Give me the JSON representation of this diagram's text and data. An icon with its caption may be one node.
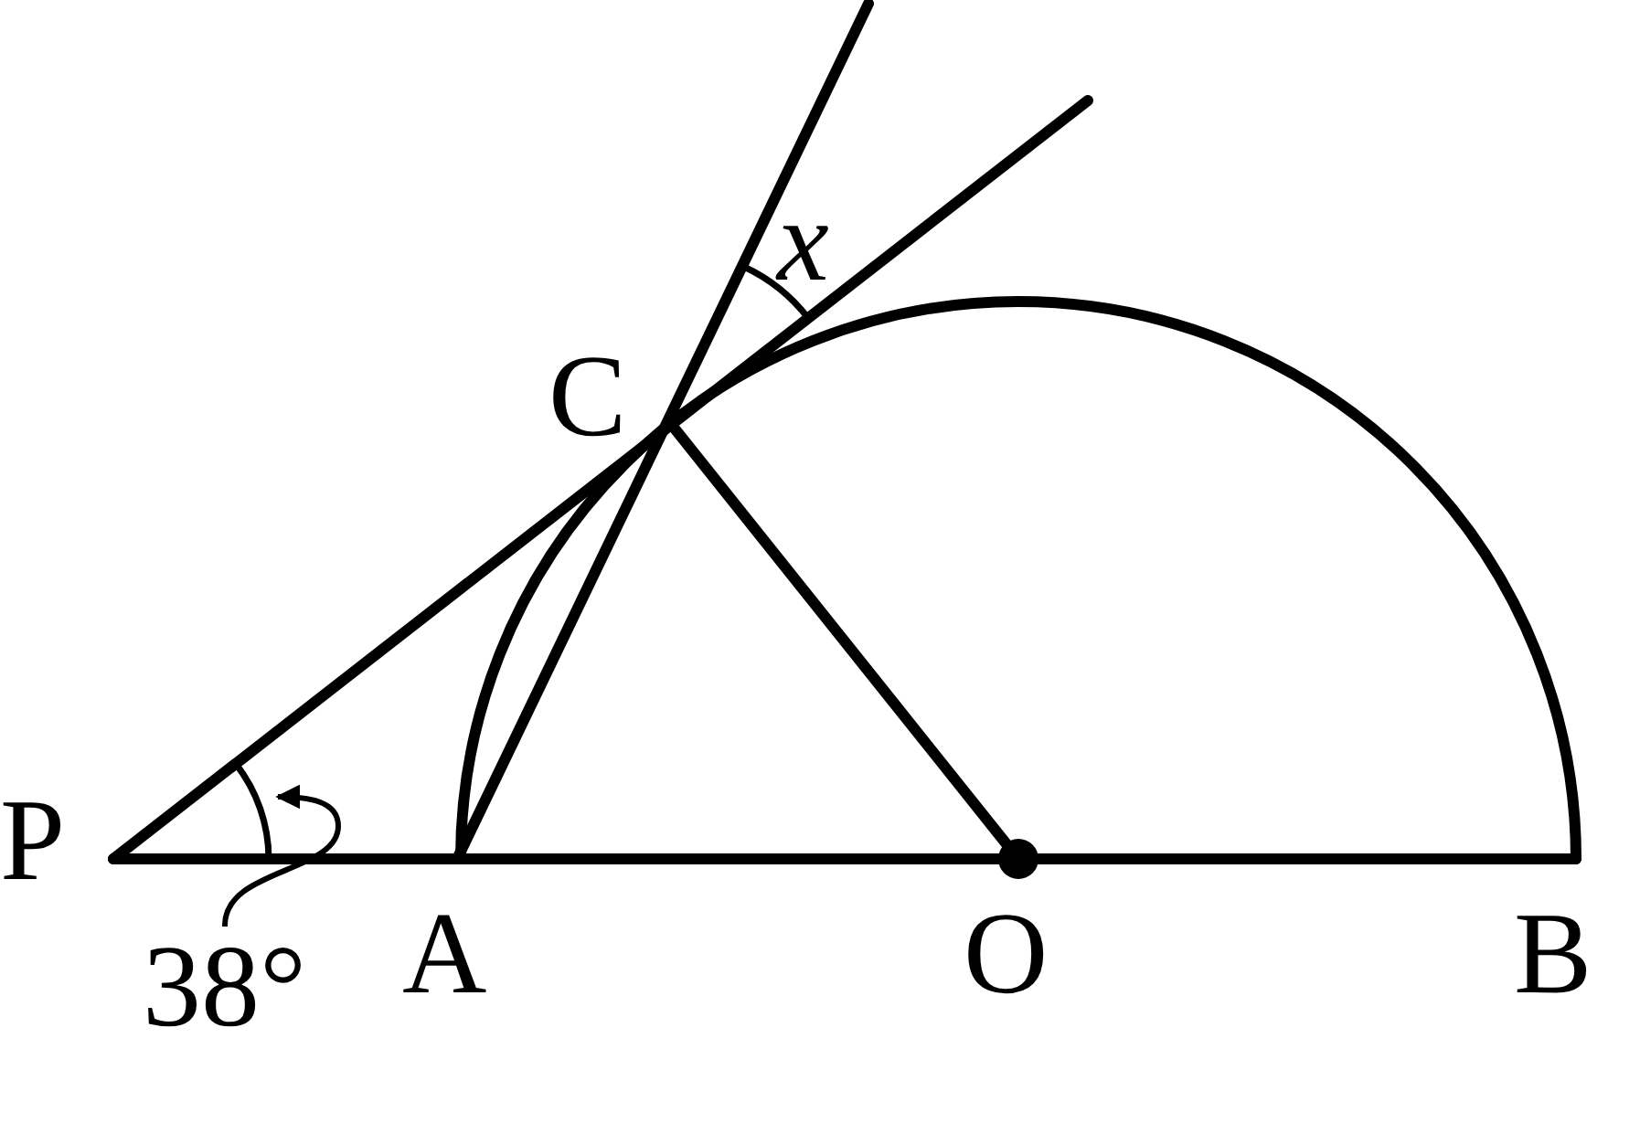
{
  "diagram": {
    "nodes": [
      {
        "text": [
          "38°"
        ]
      },
      {
        "text": [],
        "shape": "arc"
      }
    ],
    "edges": [
      {
        "from": 0,
        "to": 1,
        "arrow": "to"
      }
    ],
    "labels": [
      "C",
      "x",
      "P",
      "A",
      "O",
      "B"
    ]
  }
}
